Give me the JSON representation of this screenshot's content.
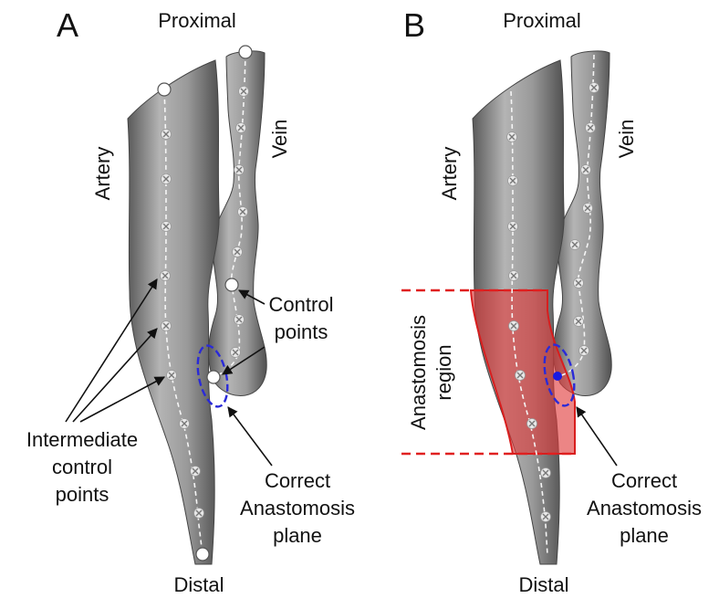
{
  "panels": [
    {
      "letter": "A",
      "proximal": "Proximal",
      "distal": "Distal",
      "artery": "Artery",
      "vein": "Vein",
      "control_points": [
        "Control",
        "points"
      ],
      "intermediate": [
        "Intermediate",
        "control",
        "points"
      ],
      "anastomosis_plane": [
        "Correct",
        "Anastomosis",
        "plane"
      ]
    },
    {
      "letter": "B",
      "proximal": "Proximal",
      "distal": "Distal",
      "artery": "Artery",
      "vein": "Vein",
      "region": [
        "Anastomosis",
        "region"
      ],
      "anastomosis_plane": [
        "Correct",
        "Anastomosis",
        "plane"
      ]
    }
  ],
  "colors": {
    "vessel": "#8c8c8c",
    "plane": "#2a2ad8",
    "region_fill": "#e03a3a",
    "region_line": "#e02020"
  }
}
